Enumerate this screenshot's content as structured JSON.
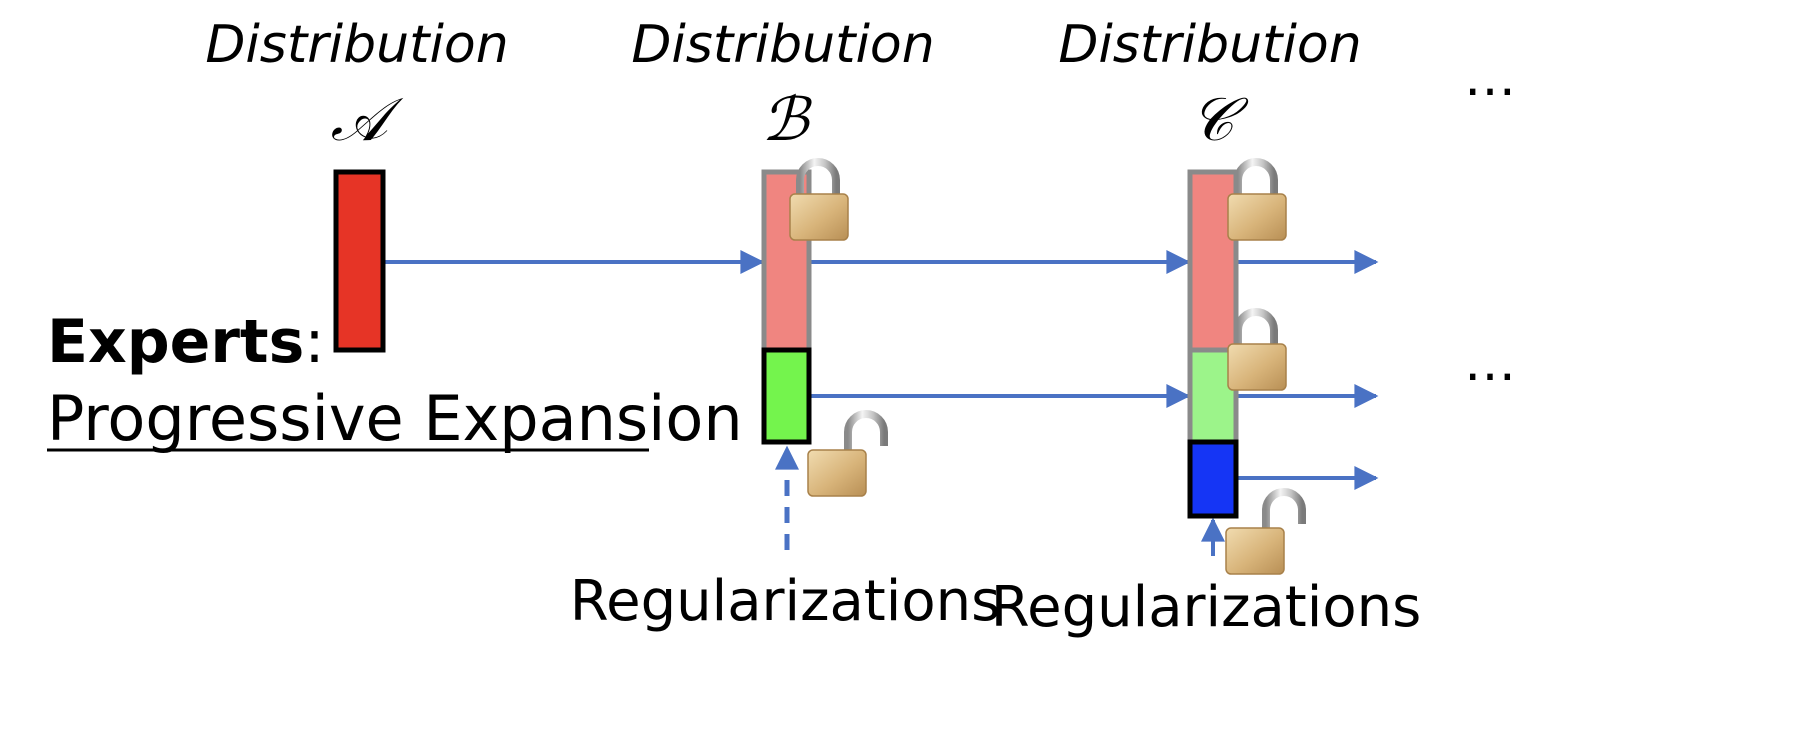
{
  "distributions": [
    {
      "word": "Distribution",
      "letter": "𝒜"
    },
    {
      "word": "Distribution",
      "letter": "ℬ"
    },
    {
      "word": "Distribution",
      "letter": "𝒞"
    }
  ],
  "ellipsis_top": "…",
  "ellipsis_middle": "…",
  "experts": {
    "label": "Experts",
    "colon": ":",
    "subtitle": "Progressive Expansion"
  },
  "regularizations": [
    {
      "label": "Regularizations"
    },
    {
      "label": "Regularizations"
    }
  ],
  "colors": {
    "expert_a": "#e63426",
    "expert_frozen_red": "#f08580",
    "expert_b_new": "#74f44d",
    "expert_frozen_green": "#9cf48a",
    "expert_c_new": "#1535f5",
    "frozen_border": "#8a8a8a",
    "active_border": "#000000",
    "arrow": "#4a72c4"
  },
  "icons": {
    "locked": "padlock-locked-icon",
    "unlocked": "padlock-unlocked-icon"
  }
}
